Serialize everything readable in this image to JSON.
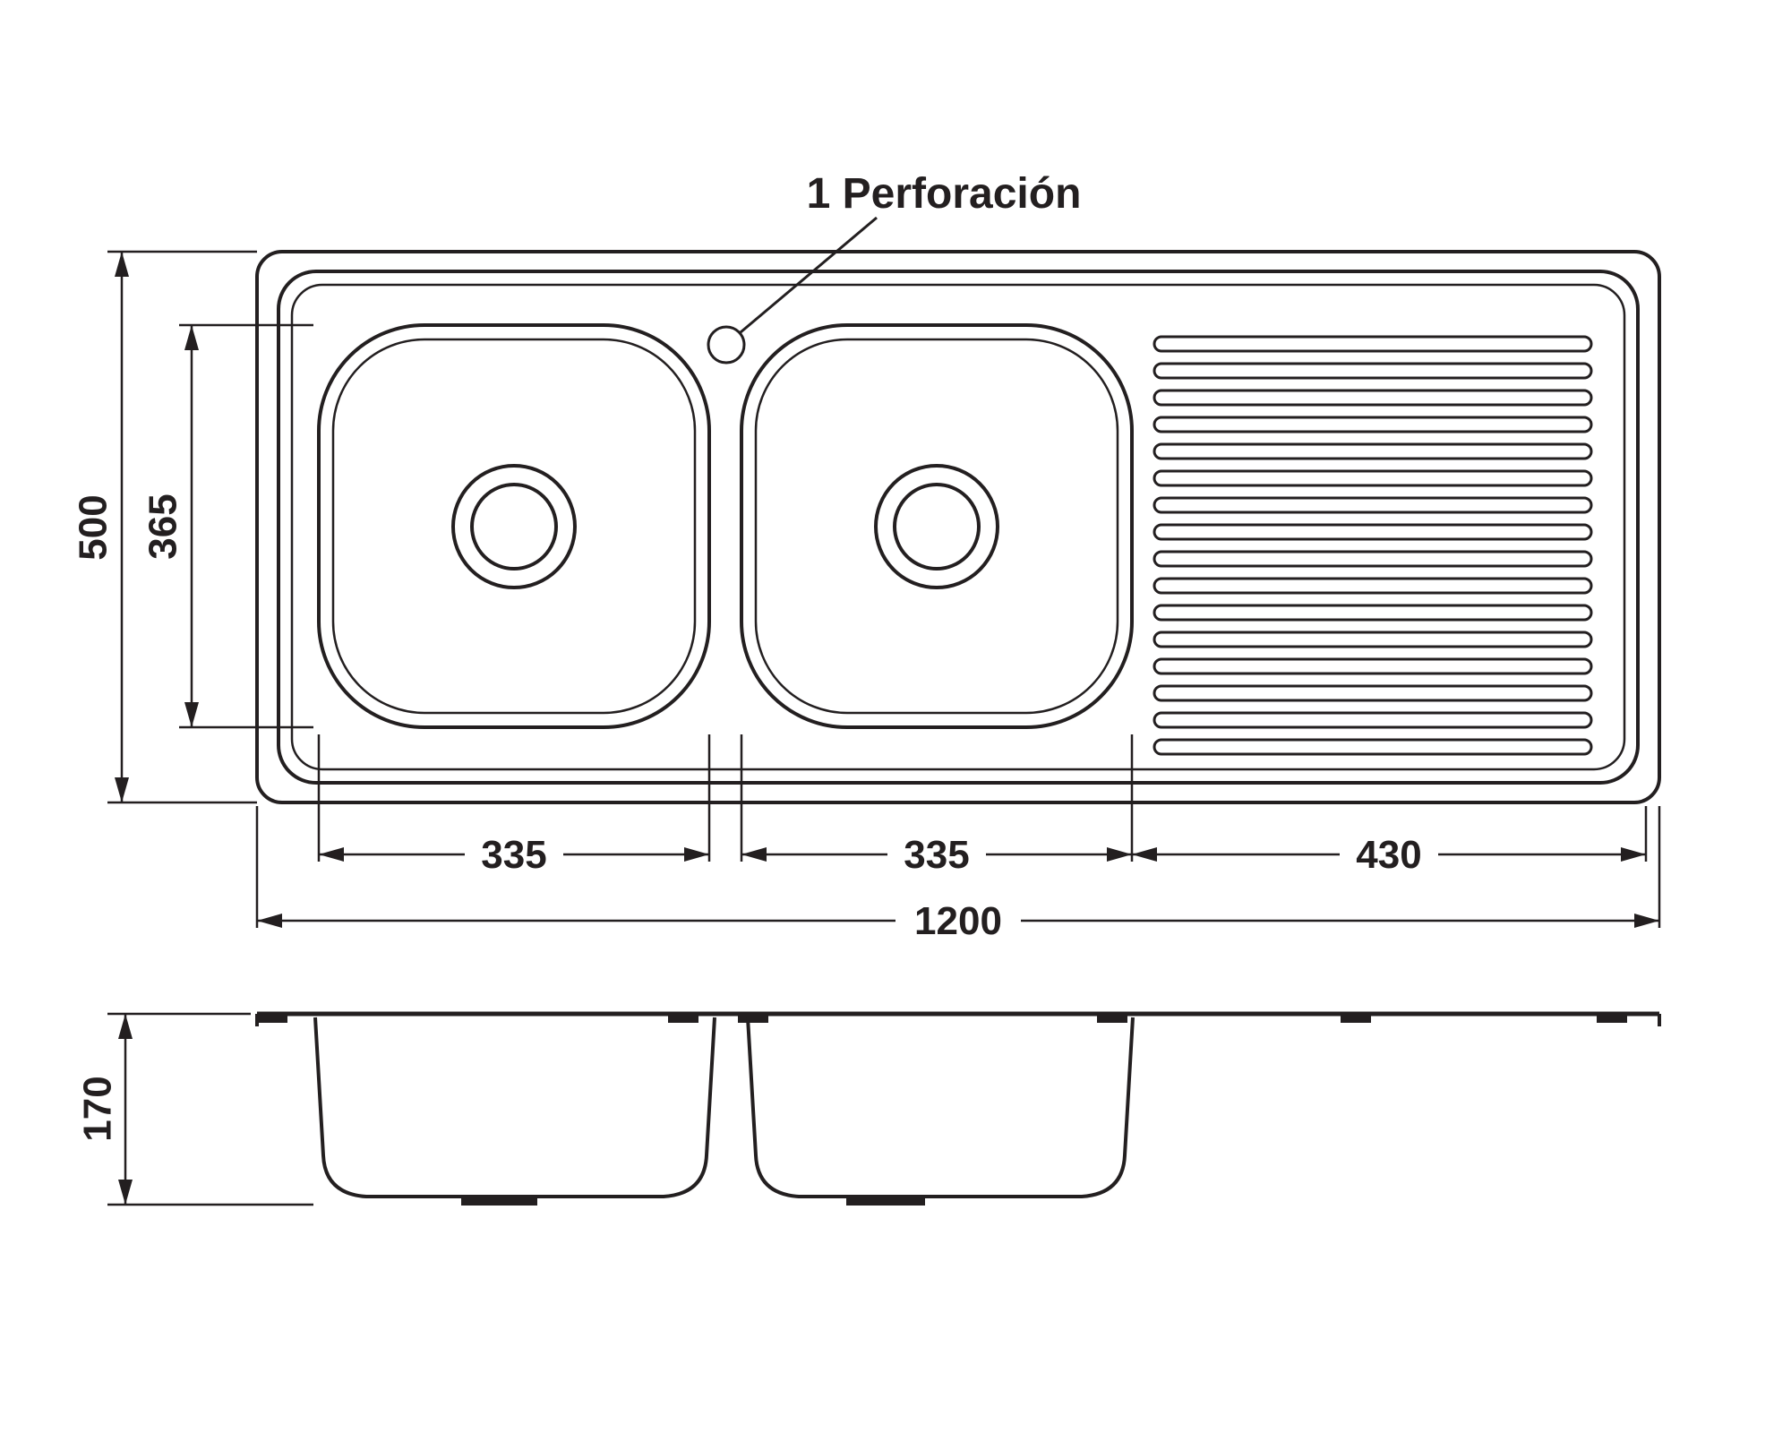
{
  "drawing": {
    "callout": "1 Perforación",
    "dims": {
      "overall_width": "1200",
      "overall_height": "500",
      "bowl_inner_height": "365",
      "bowl1_width": "335",
      "bowl2_width": "335",
      "drainboard_width": "430",
      "side_height": "170"
    }
  },
  "colors": {
    "line": "#231f20",
    "background": "#ffffff"
  }
}
